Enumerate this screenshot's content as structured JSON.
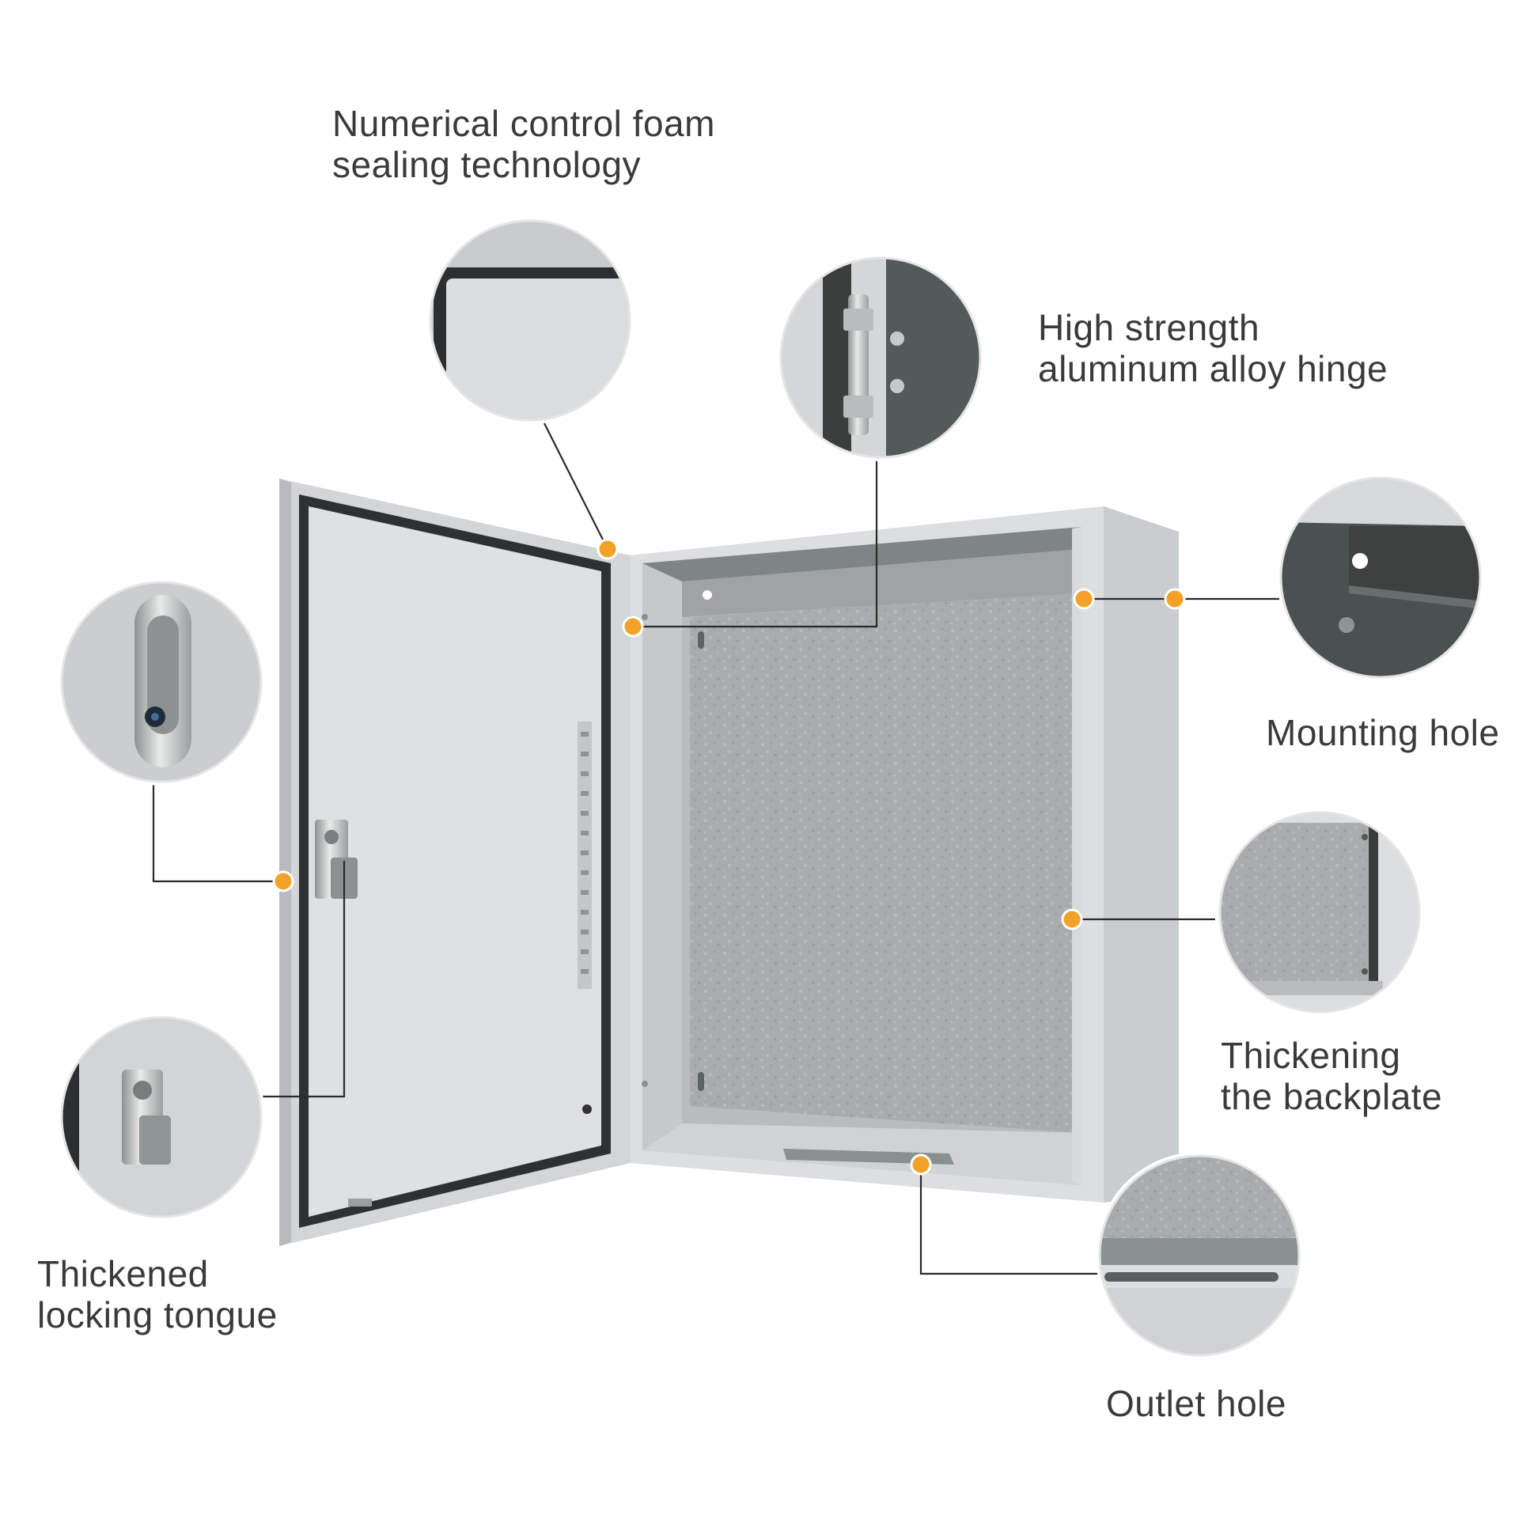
{
  "colors": {
    "background": "#ffffff",
    "accent_dot": "#f2a229",
    "leader_line": "#2a2a2a",
    "cabinet_light": "#d9dcdc",
    "cabinet_mid": "#c8cccc",
    "backplate": "#a9acac",
    "detail_dark": "#4f5554",
    "label_text": "#3a3a3a"
  },
  "callouts": {
    "foam": {
      "line1": "Numerical control foam",
      "line2": "sealing technology"
    },
    "hinge": {
      "line1": "High strength",
      "line2": "aluminum alloy hinge"
    },
    "mounting": {
      "line1": "Mounting hole"
    },
    "backplate": {
      "line1": "Thickening",
      "line2": "the backplate"
    },
    "tongue": {
      "line1": "Thickened",
      "line2": "locking tongue"
    },
    "outlet": {
      "line1": "Outlet hole"
    }
  },
  "icons": {
    "lock": "door-lock-handle-icon",
    "hinge": "hinge-icon"
  }
}
